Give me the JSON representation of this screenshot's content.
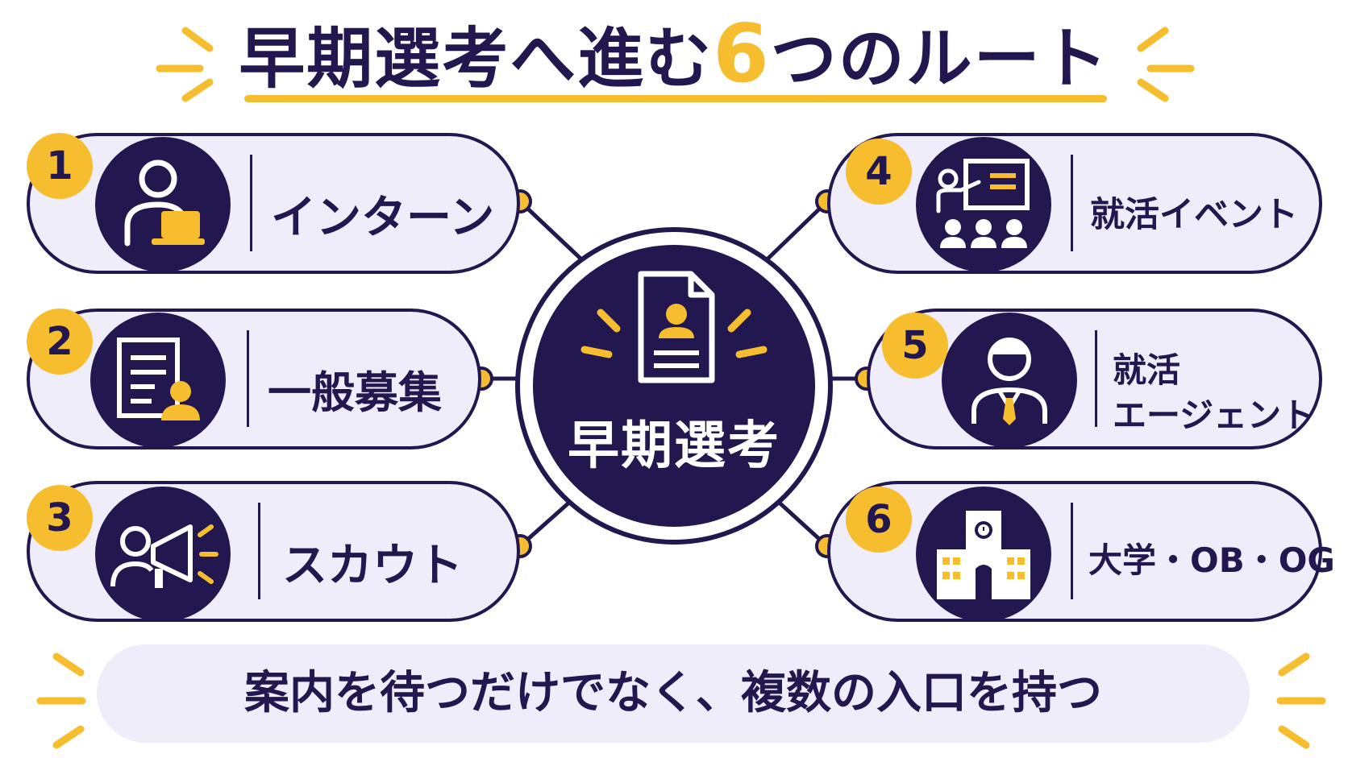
{
  "title": {
    "before": "早期選考へ進む",
    "accent": "6",
    "after": "つのルート"
  },
  "hub": {
    "label": "早期選考"
  },
  "routes": [
    {
      "number": "1",
      "label": "インターン",
      "icon": "person-laptop-icon"
    },
    {
      "number": "2",
      "label": "一般募集",
      "icon": "application-form-icon"
    },
    {
      "number": "3",
      "label": "スカウト",
      "icon": "megaphone-person-icon"
    },
    {
      "number": "4",
      "label": "就活イベント",
      "icon": "presentation-audience-icon"
    },
    {
      "number": "5",
      "label_line1": "就活",
      "label_line2": "エージェント",
      "icon": "agent-person-icon"
    },
    {
      "number": "6",
      "label": "大学・OB・OG",
      "icon": "university-building-icon"
    }
  ],
  "banner": {
    "text": "案内を待つだけでなく、複数の入口を持つ"
  },
  "colors": {
    "navy": "#22174f",
    "yellow": "#f6be2e",
    "lavender": "#efedfa"
  }
}
